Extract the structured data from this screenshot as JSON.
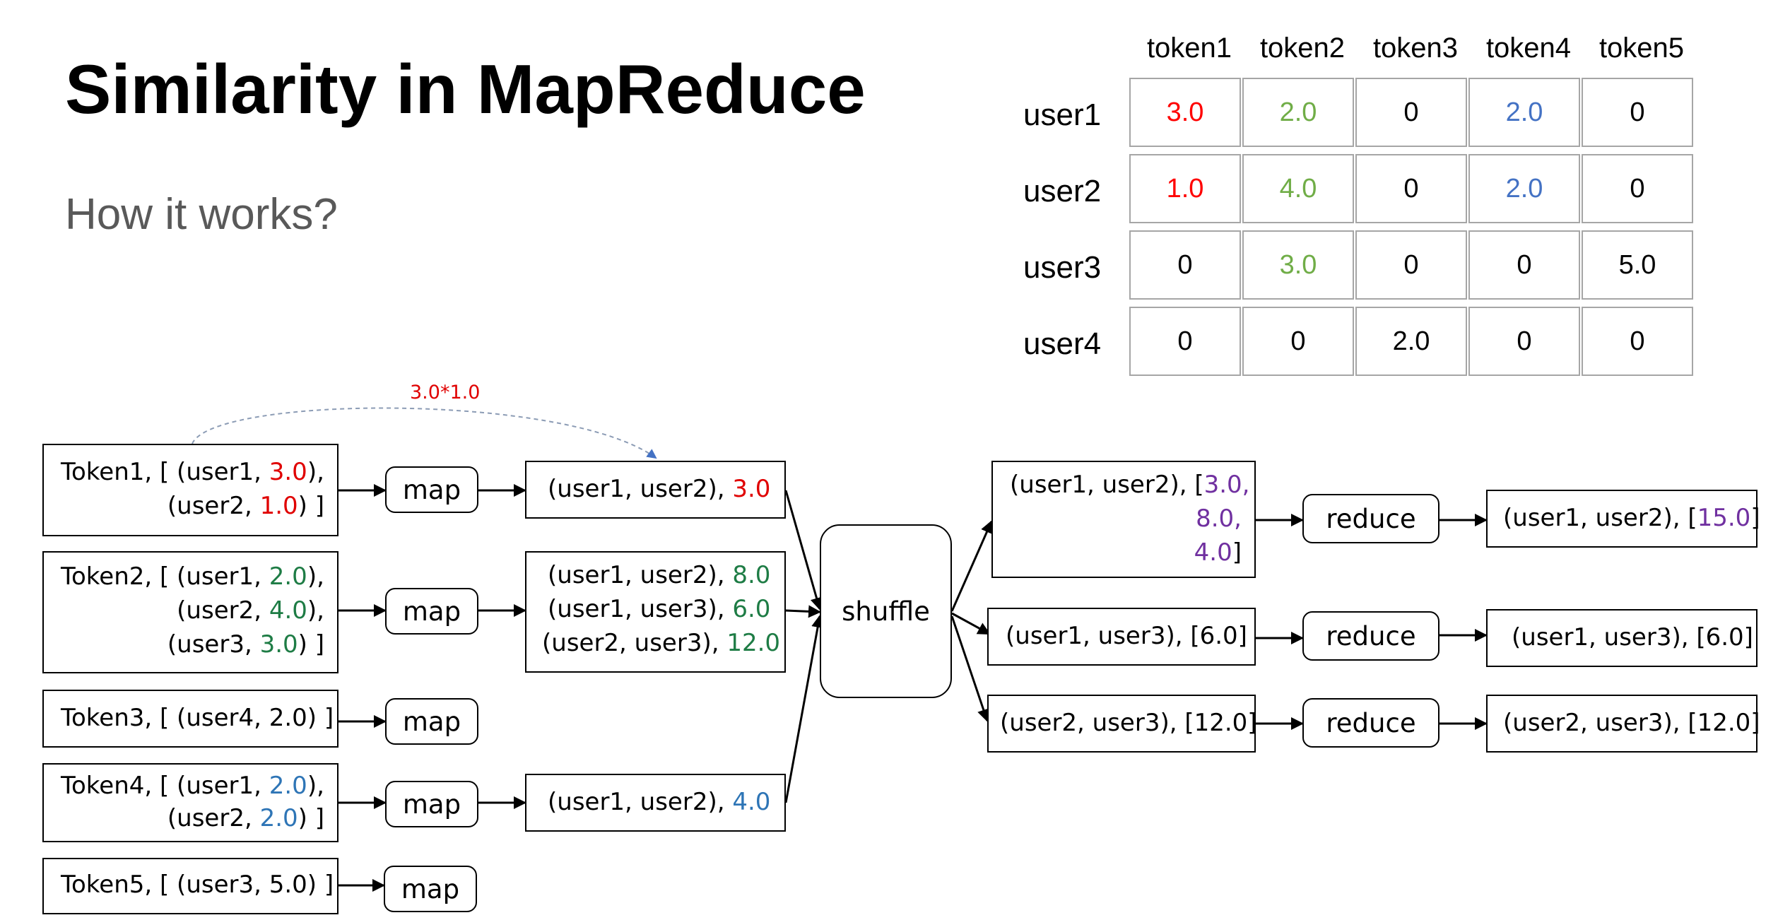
{
  "title": "Similarity in MapReduce",
  "subtitle": "How it works?",
  "matrix": {
    "columns": [
      "token1",
      "token2",
      "token3",
      "token4",
      "token5"
    ],
    "rows": [
      {
        "label": "user1",
        "values": [
          "3.0",
          "2.0",
          "0",
          "2.0",
          "0"
        ]
      },
      {
        "label": "user2",
        "values": [
          "1.0",
          "4.0",
          "0",
          "2.0",
          "0"
        ]
      },
      {
        "label": "user3",
        "values": [
          "0",
          "3.0",
          "0",
          "0",
          "5.0"
        ]
      },
      {
        "label": "user4",
        "values": [
          "0",
          "0",
          "2.0",
          "0",
          "0"
        ]
      }
    ],
    "colors": [
      "#ff0000",
      "#70ad47",
      "#000000",
      "#4472c4",
      "#000000"
    ]
  },
  "annotation": "3.0*1.0",
  "inputs": {
    "token1": {
      "l1a": "Token1, [ (user1, ",
      "l1v": "3.0",
      "l1b": "),",
      "l2a": "(user2, ",
      "l2v": "1.0",
      "l2b": ") ]"
    },
    "token2": {
      "l1a": "Token2, [ (user1, ",
      "l1v": "2.0",
      "l1b": "),",
      "l2a": "(user2, ",
      "l2v": "4.0",
      "l2b": "),",
      "l3a": "(user3, ",
      "l3v": "3.0",
      "l3b": ") ]"
    },
    "token3": {
      "text": "Token3, [ (user4, 2.0) ]"
    },
    "token4": {
      "l1a": "Token4, [ (user1, ",
      "l1v": "2.0",
      "l1b": "),",
      "l2a": "(user2, ",
      "l2v": "2.0",
      "l2b": ") ]"
    },
    "token5": {
      "text": "Token5, [ (user3, 5.0) ]"
    }
  },
  "map_label": "map",
  "map_outputs": {
    "m1": {
      "key": "(user1, user2), ",
      "val": "3.0"
    },
    "m2": [
      {
        "key": "(user1, user2), ",
        "val": "8.0"
      },
      {
        "key": "(user1, user3), ",
        "val": "6.0"
      },
      {
        "key": "(user2, user3), ",
        "val": "12.0"
      }
    ],
    "m4": {
      "key": "(user1, user2), ",
      "val": "4.0"
    }
  },
  "shuffle_label": "shuffle",
  "shuffle_outputs": {
    "s1": {
      "l1a": "(user1, user2), [",
      "l1v": "3.0,",
      "l2v": "8.0,",
      "l3v": "4.0",
      "l3b": "]"
    },
    "s2": "(user1, user3), [6.0]",
    "s3": "(user2, user3), [12.0]"
  },
  "reduce_label": "reduce",
  "reduce_outputs": {
    "r1": {
      "a": "(user1, user2), [",
      "v": "15.0",
      "b": "]"
    },
    "r2": "(user1, user3), [6.0]",
    "r3": "(user2, user3), [12.0]"
  }
}
